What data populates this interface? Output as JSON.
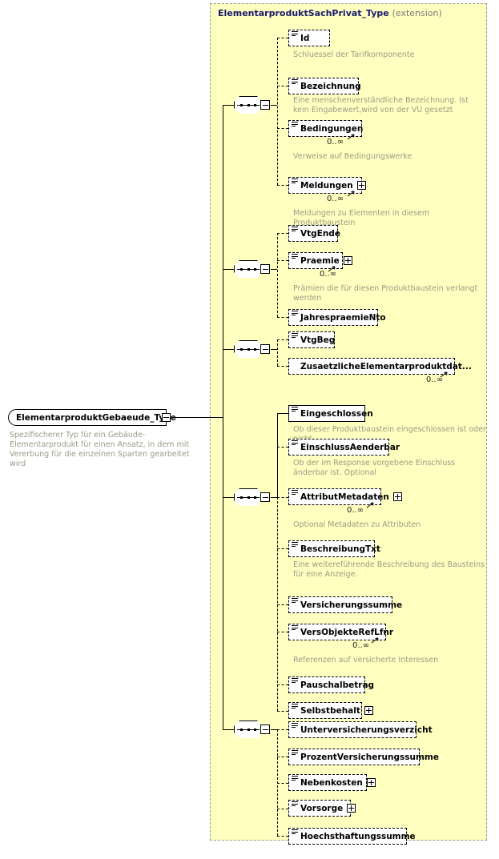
{
  "diagram": {
    "kind": "xsd-schema-tree",
    "root": {
      "name": "ElementarproduktGebaeude_Type",
      "description": "Spezifischerer Typ für ein Gebäude-Elementarprodukt für einen Ansatz, in dem mit Vererbung für die einzelnen Sparten gearbeitet wird",
      "toggle": "minus"
    },
    "extension": {
      "type_name": "ElementarproduktSachPrivat_Type",
      "keyword": "(extension)"
    },
    "groups": [
      {
        "compositor": "sequence",
        "elements": [
          {
            "name": "Id",
            "required": true,
            "cardinality": "",
            "expandable": false,
            "description": "Schluessel der Tarifkomponente"
          },
          {
            "name": "Bezeichnung",
            "required": false,
            "cardinality": "",
            "expandable": false,
            "description": "Eine menschenverständliche Bezeichnung. Ist kein Eingabewert,wird von der VU gesetzt"
          },
          {
            "name": "Bedingungen",
            "required": false,
            "cardinality": "0..∞",
            "expandable": false,
            "description": "Verweise auf Bedingungswerke"
          },
          {
            "name": "Meldungen",
            "required": false,
            "cardinality": "0..∞",
            "expandable": true,
            "description": "Meldungen zu Elementen in diesem Produktbaustein"
          }
        ]
      },
      {
        "compositor": "sequence",
        "elements": [
          {
            "name": "VtgEnde",
            "required": false,
            "cardinality": "",
            "expandable": false,
            "description": ""
          },
          {
            "name": "Praemie",
            "required": false,
            "cardinality": "0..∞",
            "expandable": true,
            "description": "Prämien die für diesen Produktbaustein verlangt werden"
          },
          {
            "name": "JahrespraemieNto",
            "required": false,
            "cardinality": "",
            "expandable": false,
            "description": ""
          }
        ]
      },
      {
        "compositor": "sequence",
        "elements": [
          {
            "name": "VtgBeg",
            "required": false,
            "cardinality": "",
            "expandable": false,
            "description": ""
          },
          {
            "name": "ZusaetzlicheElementarproduktdat...",
            "required": false,
            "cardinality": "0..∞",
            "expandable": false,
            "description": ""
          }
        ]
      },
      {
        "compositor": "sequence",
        "elements": [
          {
            "name": "Eingeschlossen",
            "required": true,
            "cardinality": "",
            "expandable": false,
            "description": "Ob dieser Produktbaustein eingeschlossen ist oder nicht"
          },
          {
            "name": "EinschlussAenderbar",
            "required": false,
            "cardinality": "",
            "expandable": false,
            "description": "Ob der im Response vorgebene Einschluss änderbar ist. Optional"
          },
          {
            "name": "AttributMetadaten",
            "required": false,
            "cardinality": "0..∞",
            "expandable": true,
            "description": "Optional Metadaten zu Attributen"
          },
          {
            "name": "BeschreibungTxt",
            "required": false,
            "cardinality": "",
            "expandable": false,
            "description": "Eine weitereführende Beschreibung des Bausteins für eine Anzeige."
          },
          {
            "name": "Versicherungssumme",
            "required": false,
            "cardinality": "",
            "expandable": false,
            "description": ""
          },
          {
            "name": "VersObjekteRefLfnr",
            "required": false,
            "cardinality": "0..∞",
            "expandable": false,
            "description": "Referenzen auf versicherte Interessen"
          },
          {
            "name": "Pauschalbetrag",
            "required": false,
            "cardinality": "",
            "expandable": false,
            "description": ""
          },
          {
            "name": "Selbstbehalt",
            "required": false,
            "cardinality": "",
            "expandable": true,
            "description": ""
          }
        ]
      },
      {
        "compositor": "sequence",
        "elements": [
          {
            "name": "Unterversicherungsverzicht",
            "required": false,
            "cardinality": "",
            "expandable": false,
            "description": ""
          },
          {
            "name": "ProzentVersicherungssumme",
            "required": false,
            "cardinality": "",
            "expandable": false,
            "description": ""
          },
          {
            "name": "Nebenkosten",
            "required": false,
            "cardinality": "",
            "expandable": true,
            "description": ""
          },
          {
            "name": "Vorsorge",
            "required": false,
            "cardinality": "",
            "expandable": true,
            "description": ""
          },
          {
            "name": "Hoechsthaftungssumme",
            "required": false,
            "cardinality": "",
            "expandable": false,
            "description": ""
          }
        ]
      }
    ],
    "colors": {
      "panel_background": "#ffffc0",
      "panel_border": "#999999",
      "title_text": "#1a1a6e",
      "description_text": "#9a9a86",
      "box_border": "#000000",
      "box_fill": "#ffffff",
      "shadow": "#bfbfbf"
    }
  }
}
